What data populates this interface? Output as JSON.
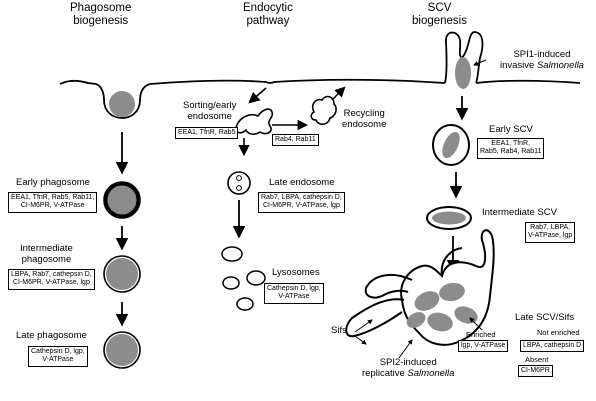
{
  "headers": {
    "phagosome": [
      "Phagosome",
      "biogenesis"
    ],
    "endocytic": [
      "Endocytic",
      "pathway"
    ],
    "scv": [
      "SCV",
      "biogenesis"
    ]
  },
  "phagosome": {
    "early": {
      "title": "Early phagosome",
      "markers": [
        "EEA1, TfnR, Rab5, Rab11,",
        "CI-M6PR, V-ATPase"
      ]
    },
    "intermediate": {
      "title": [
        "Intermediate",
        "phagosome"
      ],
      "markers": [
        "LBPA, Rab7, cathepsin D,",
        "CI-M6PR, V-ATPase, lgp"
      ]
    },
    "late": {
      "title": "Late phagosome",
      "markers": [
        "Cathepsin D, lgp,",
        "V-ATPase"
      ]
    }
  },
  "endocytic": {
    "sorting": {
      "title": [
        "Sorting/early",
        "endosome"
      ],
      "markers": [
        "EEA1, TfnR, Rab5"
      ]
    },
    "recycling": {
      "title": [
        "Recycling",
        "endosome"
      ],
      "markers": [
        "Rab4, Rab11"
      ]
    },
    "late": {
      "title": "Late endosome",
      "markers": [
        "Rab7, LBPA, cathepsin D,",
        "CI-M6PR, V-ATPase, lgp"
      ]
    },
    "lysosomes": {
      "title": "Lysosomes",
      "markers": [
        "Cathepsin D, lgp,",
        "V-ATPase"
      ]
    }
  },
  "scv": {
    "invasive": {
      "prefix": "SPI1-induced",
      "adjective": "invasive",
      "organism": "Salmonella"
    },
    "early": {
      "title": "Early SCV",
      "markers": [
        "EEA1, TfnR,",
        "Rab5, Rab4, Rab11"
      ]
    },
    "intermediate": {
      "title": "Intermediate SCV",
      "markers": [
        "Rab7, LBPA,",
        "V-ATPase, lgp"
      ]
    },
    "late": {
      "title": "Late SCV/Sifs"
    },
    "enriched": {
      "label": "Enriched",
      "markers": "lgp, V-ATPase"
    },
    "not_enriched": {
      "label": "Not enriched",
      "markers": "LBPA, cathepsin D"
    },
    "absent": {
      "label": "Absent",
      "markers": "CI-M6PR"
    },
    "sifs": "Sifs",
    "replicative": {
      "prefix": "SPI2-induced",
      "adjective": "replicative",
      "organism": "Salmonella"
    }
  },
  "colors": {
    "bacterium": "#8c8c8c",
    "line": "#000000",
    "fill": "#ffffff"
  }
}
